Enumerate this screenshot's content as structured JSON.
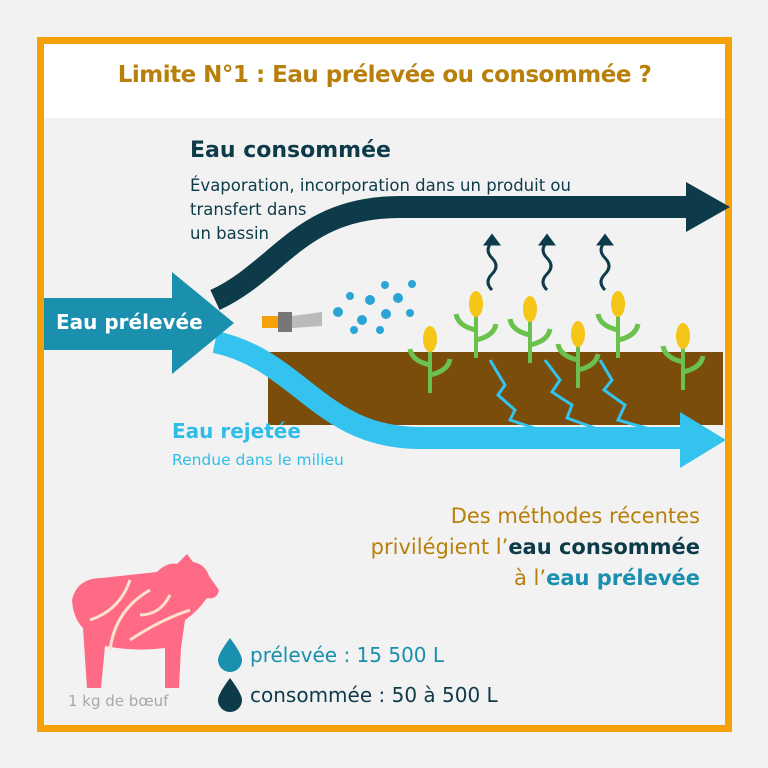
{
  "title": "Limite N°1 : Eau prélevée ou consommée ?",
  "consumed": {
    "heading": "Eau consommée",
    "description_lines": [
      "Évaporation, incorporation dans un produit ou",
      "transfert dans",
      "un bassin"
    ]
  },
  "withdrawn_label": "Eau prélevée",
  "rejected": {
    "heading": "Eau rejetée",
    "description": "Rendue dans le milieu"
  },
  "conclusion": {
    "line1": "Des méthodes récentes",
    "line2_prefix": "privilégient l’",
    "line2_bold": "eau consommée",
    "line3_prefix": "à l’",
    "line3_bold": "eau prélevée"
  },
  "example": {
    "label": "1 kg de bœuf",
    "withdrawn": "prélevée : 15 500 L",
    "consumed": "consommée : 50 à 500 L"
  },
  "colors": {
    "border": "#f5a20a",
    "title": "#b8800a",
    "dark": "#0d3b4a",
    "blue": "#1a8fae",
    "light_blue": "#33c3ee",
    "soil": "#7a4d0a",
    "cow": "#ff6b86"
  }
}
